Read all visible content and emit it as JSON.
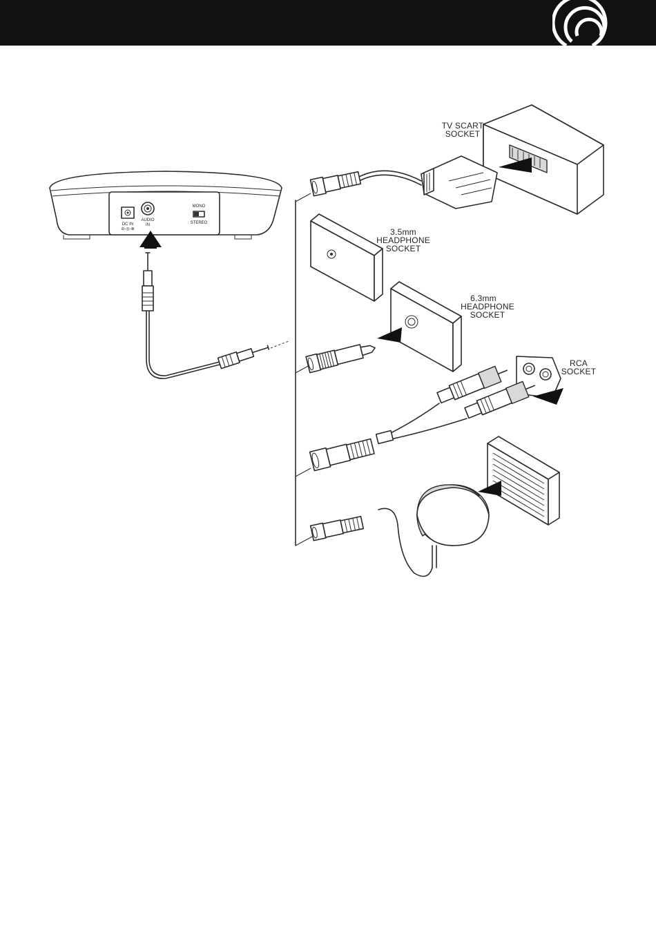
{
  "header": {
    "logo_icon": "concentric-arcs-logo-icon",
    "bar_color": "#111111"
  },
  "transmitter": {
    "dc_in_label": "DC IN",
    "audio_in_label_1": "AUDIO",
    "audio_in_label_2": "IN",
    "switch_top_label": "MONO",
    "switch_bottom_label": "STEREO"
  },
  "sockets": {
    "tv_scart": {
      "line1": "TV SCART",
      "line2": "SOCKET"
    },
    "headphone_35": {
      "line1": "3.5mm",
      "line2": "HEADPHONE",
      "line3": "SOCKET"
    },
    "headphone_63": {
      "line1": "6.3mm",
      "line2": "HEADPHONE",
      "line3": "SOCKET"
    },
    "rca": {
      "line1": "RCA",
      "line2": "SOCKET"
    }
  },
  "icons": [
    "plug-in-arrow-icon",
    "jack-plug-icon",
    "scart-adapter-icon",
    "rca-adapter-icon",
    "microphone-adapter-icon"
  ]
}
